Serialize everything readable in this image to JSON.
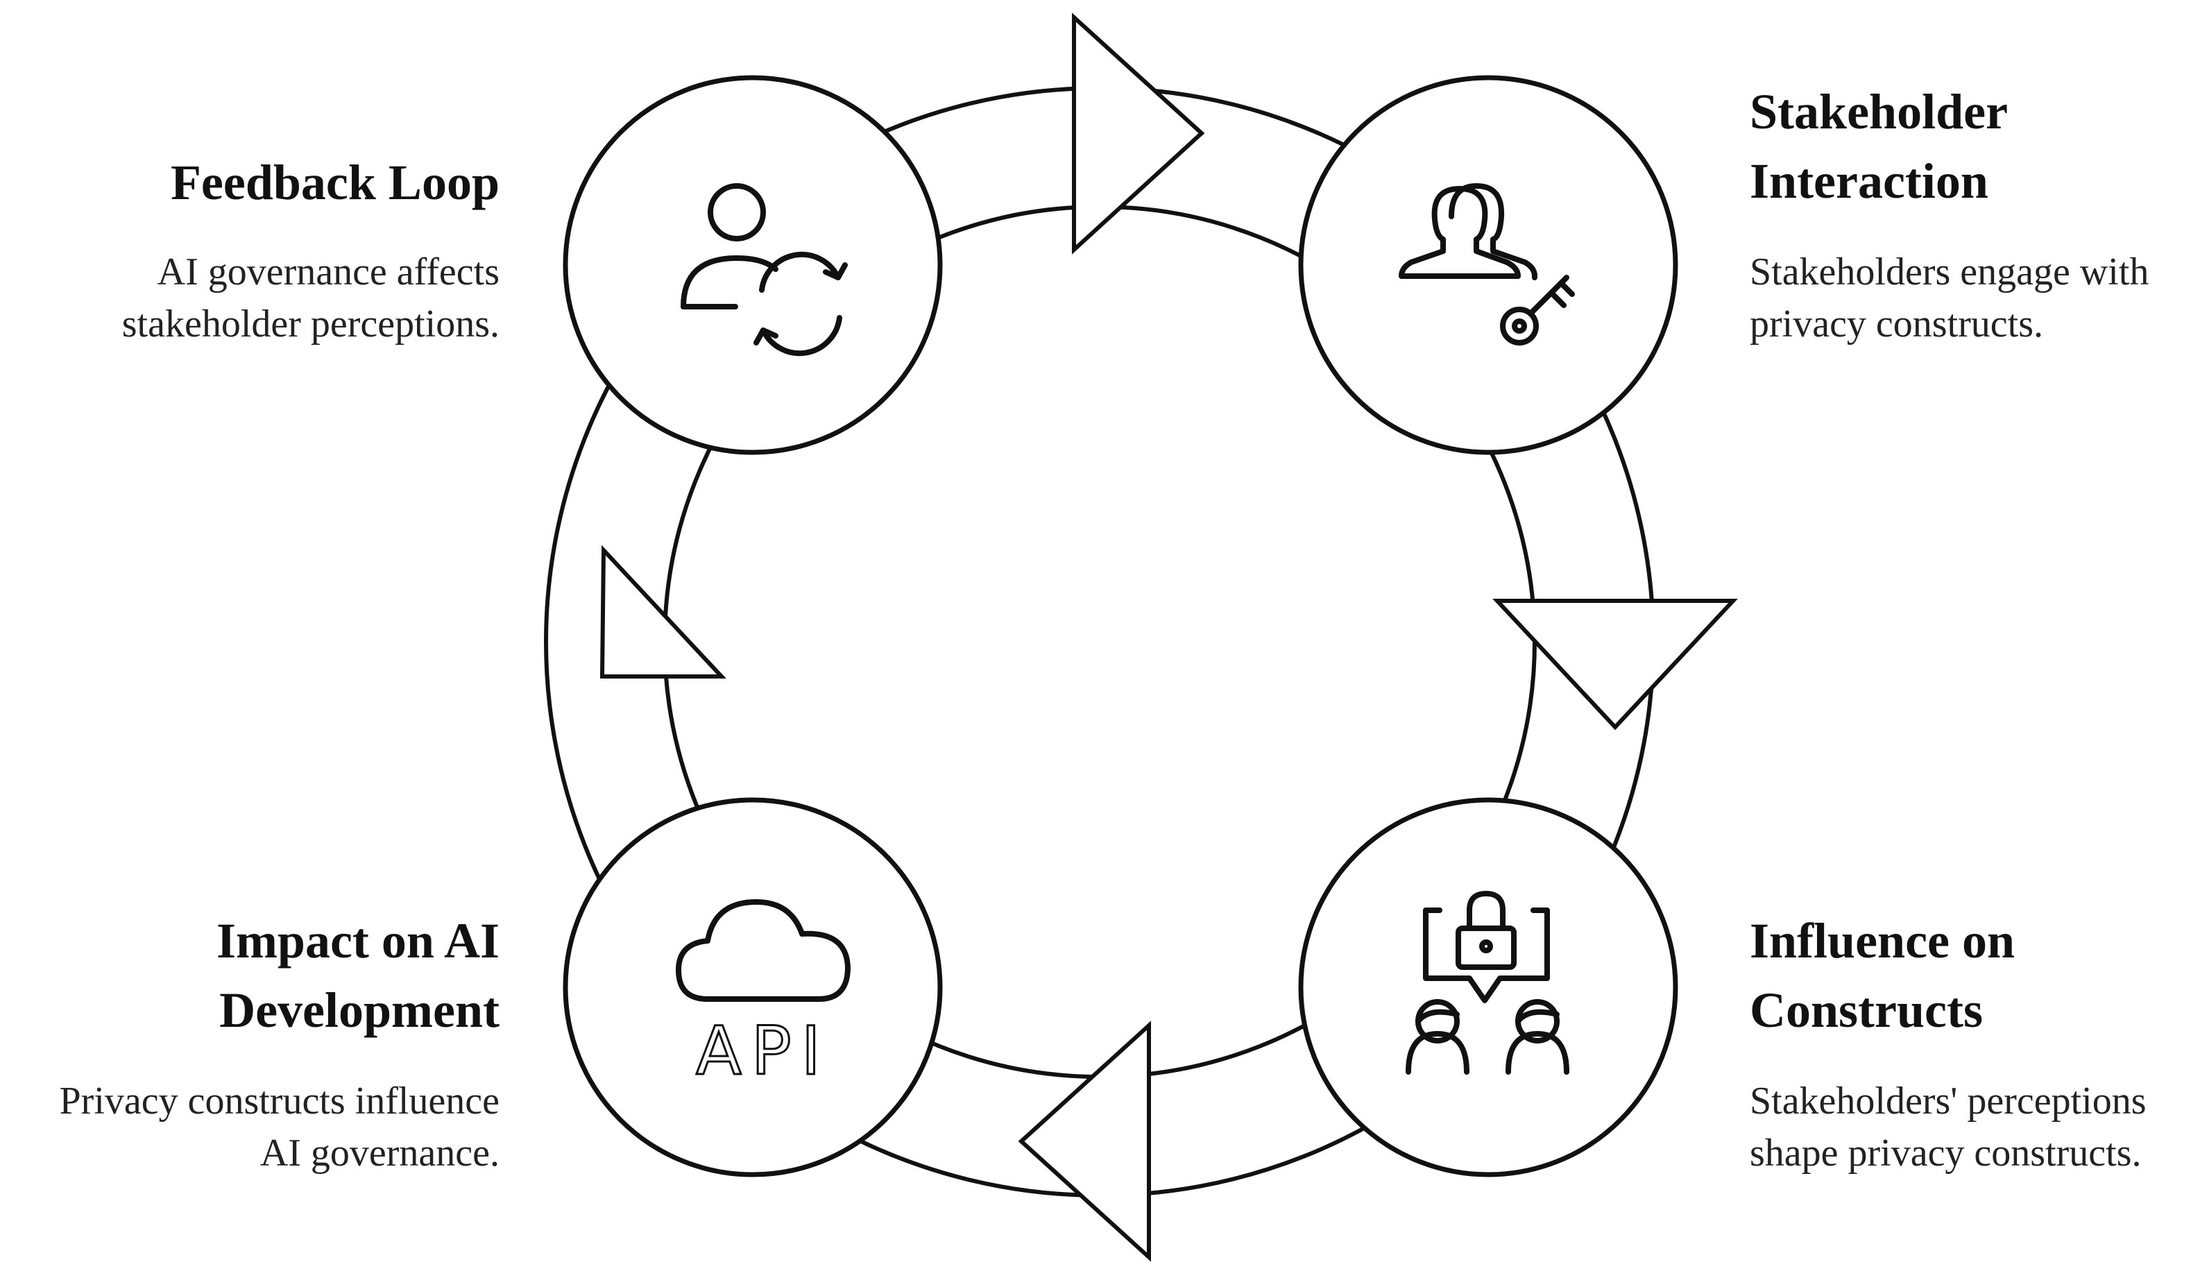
{
  "colors": {
    "stroke": "#111111",
    "fill": "#ffffff",
    "text": "#111111"
  },
  "steps": [
    {
      "id": "feedback",
      "icon": "user-refresh-icon",
      "title_lines": [
        "Feedback Loop"
      ],
      "desc_lines": [
        "AI governance affects",
        "stakeholder perceptions."
      ]
    },
    {
      "id": "stakeholder",
      "icon": "users-key-icon",
      "title_lines": [
        "Stakeholder",
        "Interaction"
      ],
      "desc_lines": [
        "Stakeholders engage with",
        "privacy constructs."
      ]
    },
    {
      "id": "influence",
      "icon": "lock-chat-people-icon",
      "title_lines": [
        "Influence on",
        "Constructs"
      ],
      "desc_lines": [
        "Stakeholders' perceptions",
        "shape privacy constructs."
      ]
    },
    {
      "id": "impact",
      "icon": "cloud-api-icon",
      "title_lines": [
        "Impact on AI",
        "Development"
      ],
      "desc_lines": [
        "Privacy constructs influence",
        "AI governance."
      ],
      "icon_text": "API"
    }
  ]
}
